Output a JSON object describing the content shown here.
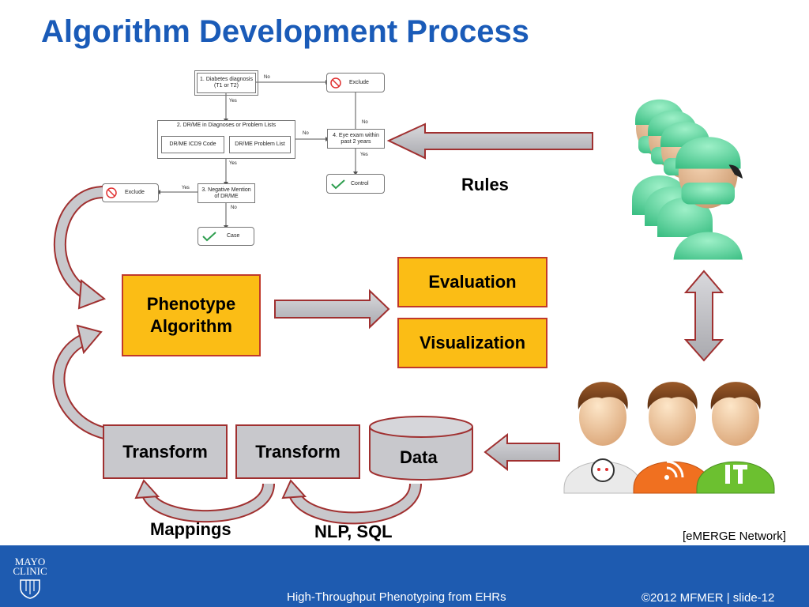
{
  "slide": {
    "title": "Algorithm Development Process",
    "rules_label": "Rules",
    "phenotype_label_line1": "Phenotype",
    "phenotype_label_line2": "Algorithm",
    "evaluation_label": "Evaluation",
    "visualization_label": "Visualization",
    "transform1_label": "Transform",
    "transform2_label": "Transform",
    "data_label": "Data",
    "mappings_label": "Mappings",
    "nlp_sql_label": "NLP, SQL",
    "attribution": "[eMERGE Network]"
  },
  "flowchart": {
    "step1_line1": "1. Diabetes diagnosis",
    "step1_line2": "(T1 or T2)",
    "step2_title": "2. DR/ME in Diagnoses or Problem Lists",
    "step2_left": "DR/ME ICD9 Code",
    "step2_right": "DR/ME Problem List",
    "step3_line1": "3. Negative Mention",
    "step3_line2": "of DR/ME",
    "step4_line1": "4. Eye exam within",
    "step4_line2": "past 2 years",
    "exclude_top": "Exclude",
    "exclude_left": "Exclude",
    "control": "Control",
    "case": "Case",
    "edge_no_1": "No",
    "edge_yes_1": "Yes",
    "edge_no_2": "No",
    "edge_no_3": "No",
    "edge_yes_2": "Yes",
    "edge_yes_3": "Yes",
    "edge_no_4": "No",
    "edge_yes_4": "Yes"
  },
  "footer": {
    "logo_line1": "MAYO",
    "logo_line2": "CLINIC",
    "center_text": "High-Throughput Phenotyping from EHRs",
    "right_text": "©2012 MFMER  |  slide-12"
  },
  "colors": {
    "title_blue": "#1a5bb8",
    "box_orange": "#fbbd15",
    "box_border": "#c0392b",
    "arrow_grey": "#c8c8cc",
    "arrow_border": "#a03030",
    "footer_blue": "#1e5bb0"
  },
  "icons": [
    "doctors-group-icon",
    "users-group-icon",
    "exclude-icon",
    "checkmark-icon",
    "database-icon",
    "mayo-shield-icon"
  ]
}
